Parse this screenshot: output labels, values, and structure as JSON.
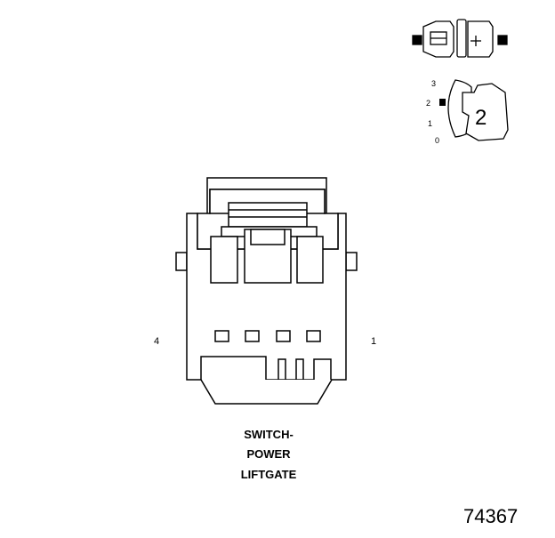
{
  "connector": {
    "label_lines": [
      "SWITCH-",
      "POWER",
      "LIFTGATE"
    ],
    "pin_left": "4",
    "pin_right": "1"
  },
  "orientation_icon": {
    "scale": [
      "3",
      "2",
      "1",
      "0"
    ],
    "number": "2"
  },
  "figure_number": "74367"
}
